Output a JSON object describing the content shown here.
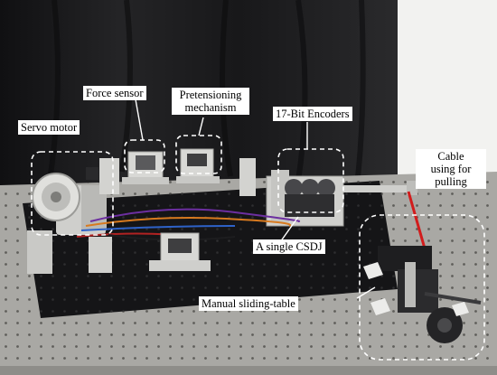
{
  "annotations": {
    "force_sensor": "Force sensor",
    "pretensioning_line1": "Pretensioning",
    "pretensioning_line2": "mechanism",
    "encoders": "17-Bit Encoders",
    "servo_motor": "Servo motor",
    "cable_line1": "Cable",
    "cable_line2": "using for",
    "cable_line3": "pulling",
    "csdj": "A single CSDJ",
    "sliding_table": "Manual sliding-table"
  },
  "colors": {
    "backdrop": "#1c1c1e",
    "table_top": "#a9a8a4",
    "base_plate": "#151517",
    "aluminium": "#d3d3d0",
    "cable_red": "#d21c1c",
    "callout_box": "#ffffff"
  }
}
